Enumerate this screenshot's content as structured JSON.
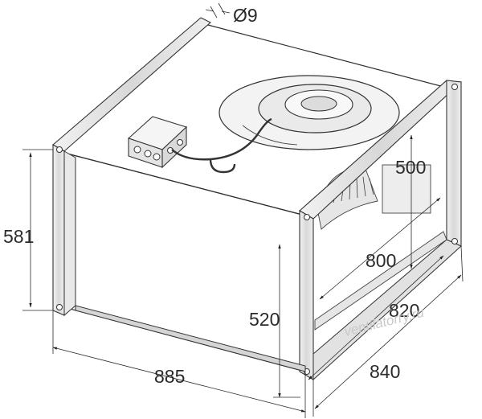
{
  "drawing": {
    "dimensions": {
      "diameter": "Ø9",
      "height_total": "581",
      "outlet_height": "500",
      "outlet_width": "800",
      "body_height": "520",
      "body_depth": "820",
      "total_length": "885",
      "total_depth": "840"
    },
    "watermark": "ventilatorry.ru"
  }
}
